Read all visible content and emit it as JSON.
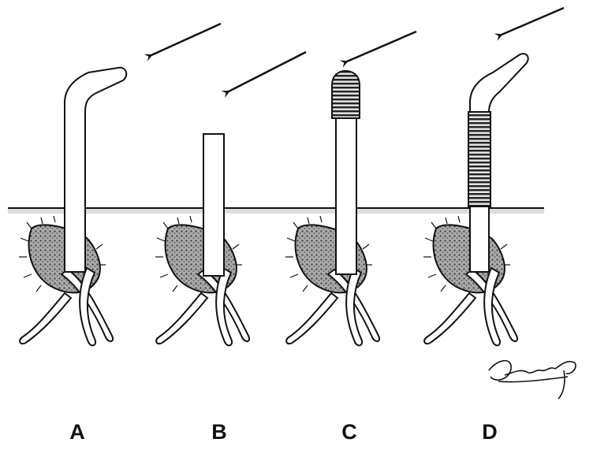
{
  "figure": {
    "panels": [
      {
        "label": "A",
        "tip": "curved-intact"
      },
      {
        "label": "B",
        "tip": "cut"
      },
      {
        "label": "C",
        "tip": "capped"
      },
      {
        "label": "D",
        "tip": "sleeved-below-tip"
      }
    ],
    "signature_text": "Hetivaf",
    "colors": {
      "ink": "#111111",
      "seed_fill": "#8a8a8a",
      "background": "#ffffff"
    }
  }
}
